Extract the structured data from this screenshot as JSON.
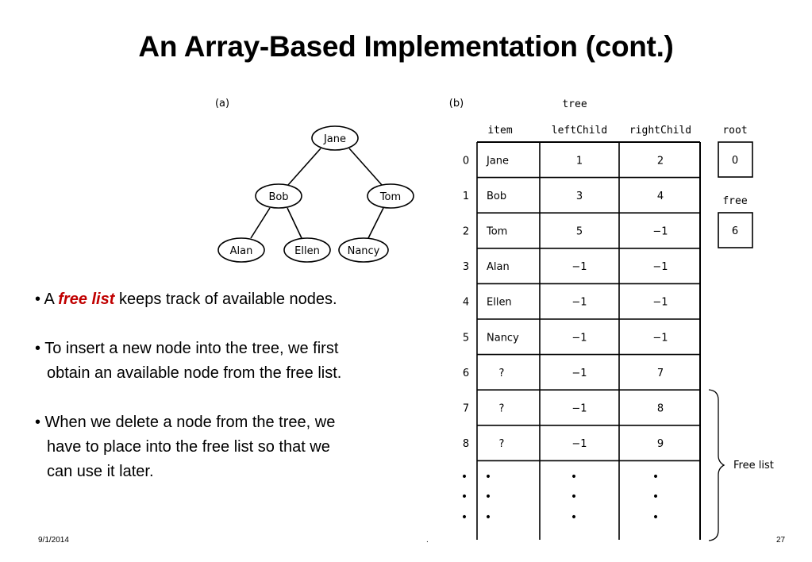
{
  "title": "An Array-Based Implementation (cont.)",
  "panel_a_label": "(a)",
  "panel_b_label": "(b)",
  "tree_nodes": {
    "root": "Jane",
    "left": "Bob",
    "right": "Tom",
    "left_left": "Alan",
    "left_right": "Ellen",
    "right_left": "Nancy"
  },
  "array_table": {
    "title": "tree",
    "headers": [
      "item",
      "leftChild",
      "rightChild"
    ],
    "rows": [
      {
        "index": "0",
        "item": "Jane",
        "left": "1",
        "right": "2"
      },
      {
        "index": "1",
        "item": "Bob",
        "left": "3",
        "right": "4"
      },
      {
        "index": "2",
        "item": "Tom",
        "left": "5",
        "right": "−1"
      },
      {
        "index": "3",
        "item": "Alan",
        "left": "−1",
        "right": "−1"
      },
      {
        "index": "4",
        "item": "Ellen",
        "left": "−1",
        "right": "−1"
      },
      {
        "index": "5",
        "item": "Nancy",
        "left": "−1",
        "right": "−1"
      },
      {
        "index": "6",
        "item": "?",
        "left": "−1",
        "right": "7"
      },
      {
        "index": "7",
        "item": "?",
        "left": "−1",
        "right": "8"
      },
      {
        "index": "8",
        "item": "?",
        "left": "−1",
        "right": "9"
      }
    ],
    "ellipsis": "•"
  },
  "root_box": {
    "label": "root",
    "value": "0"
  },
  "free_box": {
    "label": "free",
    "value": "6"
  },
  "free_list_label": "Free list",
  "bullets": {
    "b1_prefix": "• A ",
    "b1_emph": "free list",
    "b1_suffix": " keeps track of available nodes.",
    "b2_line1": "• To insert a new node into the tree, we first",
    "b2_line2": "obtain an available node from the free list.",
    "b3_line1": "• When we delete a node from the tree, we",
    "b3_line2": "have to place into the free list so that we",
    "b3_line3": "can use it later."
  },
  "footer": {
    "date": "9/1/2014",
    "center": ".",
    "page": "27"
  }
}
